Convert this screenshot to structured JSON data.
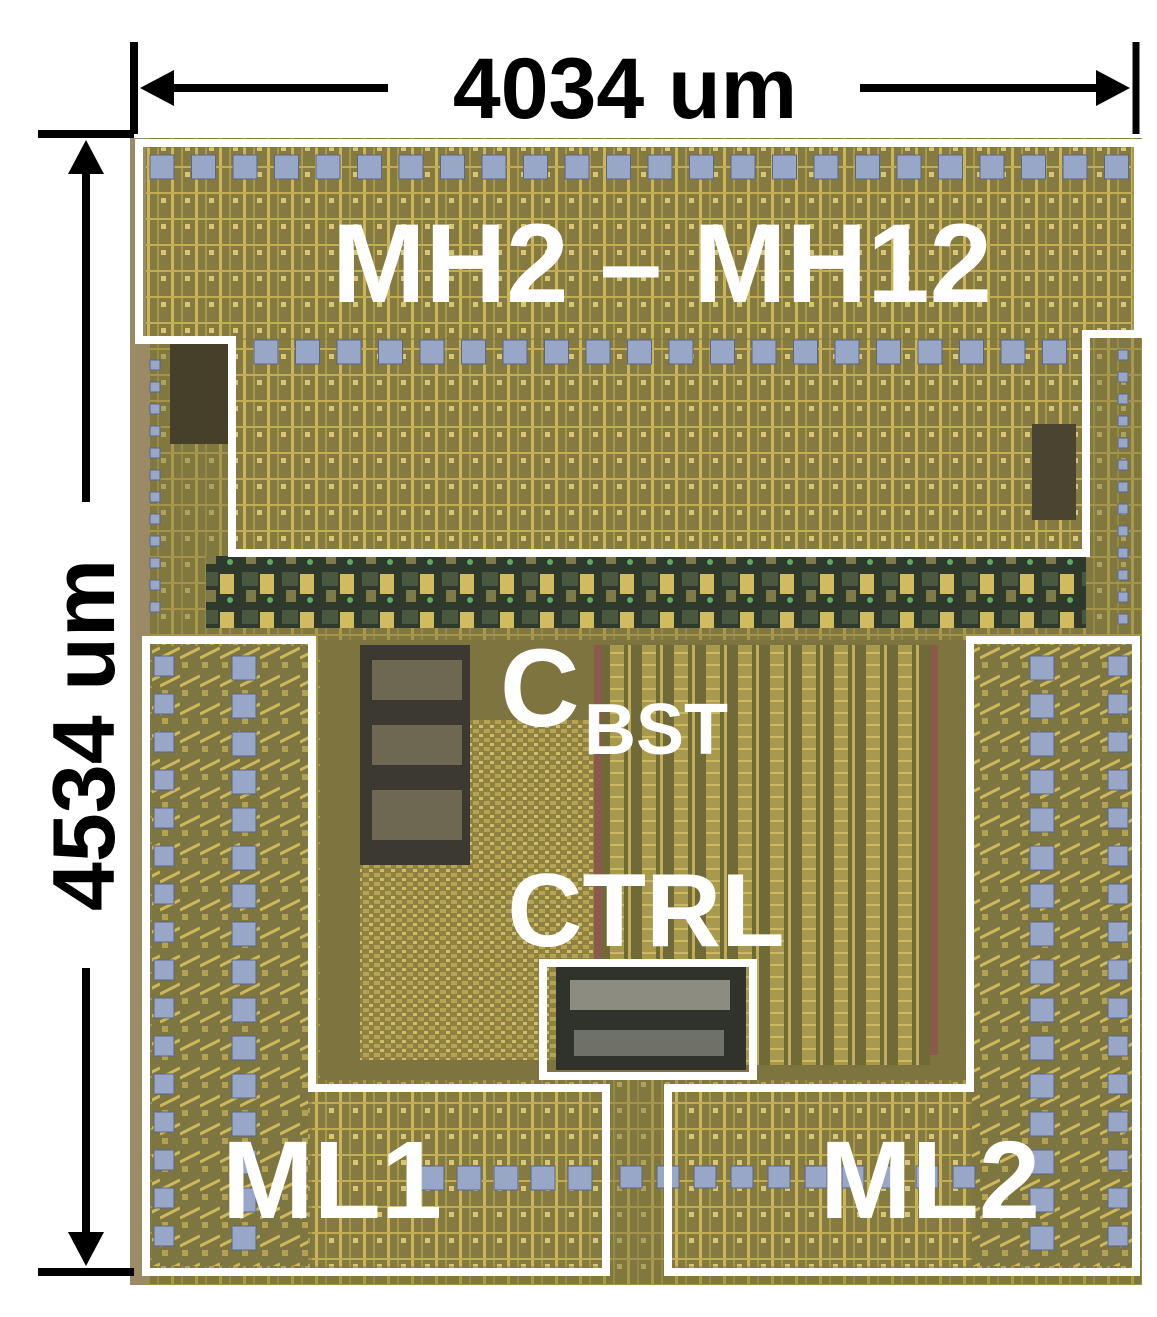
{
  "dimensions": {
    "width_label": "4034 um",
    "height_label": "4534 um"
  },
  "blocks": {
    "top": "MH2 – MH12",
    "cbst_main": "C",
    "cbst_sub": "BST",
    "ctrl": "CTRL",
    "left": "ML1",
    "right": "ML2"
  },
  "colors": {
    "die_base": "#847a3e",
    "metal_gold": "#c8b454",
    "pad_blue": "#98a6c8",
    "outline": "#ffffff",
    "dimension": "#000000"
  }
}
